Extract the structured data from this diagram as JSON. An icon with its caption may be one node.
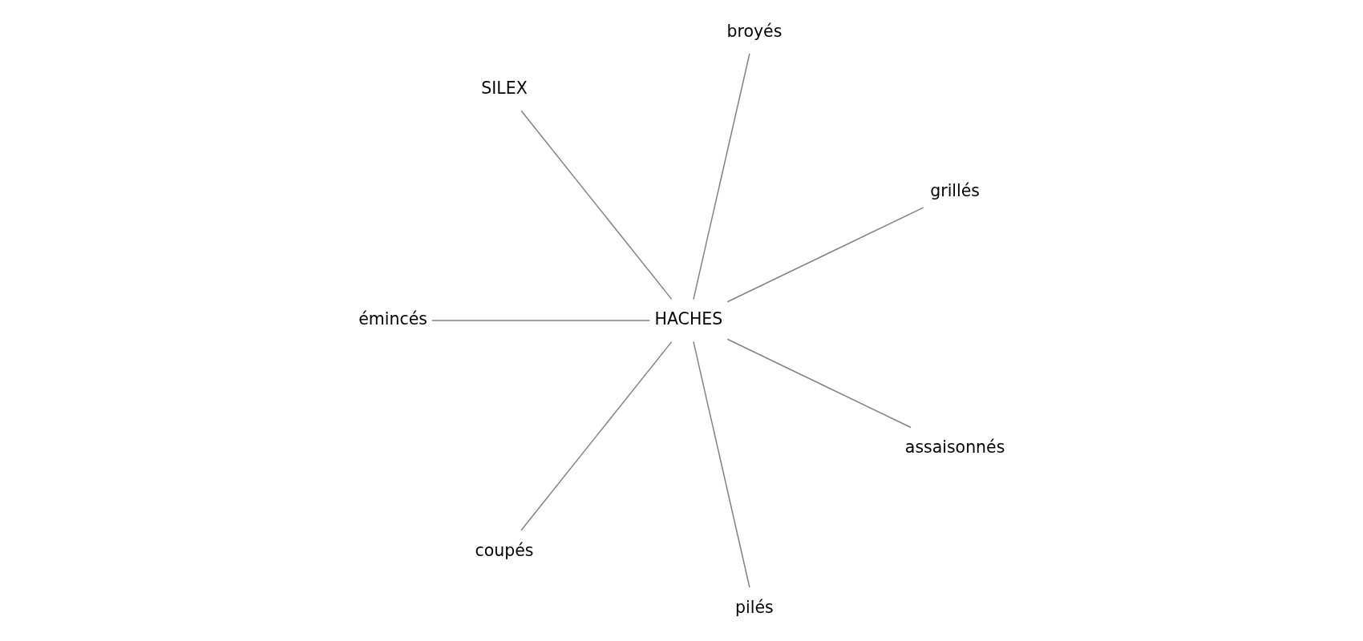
{
  "diagram": {
    "nodes": [
      {
        "text": [
          "broyés"
        ]
      },
      {
        "text": [
          "grillés"
        ]
      },
      {
        "text": [
          "SILEX"
        ]
      },
      {
        "text": [
          "HACHES"
        ]
      },
      {
        "text": [
          "assaisonnés"
        ]
      },
      {
        "text": [
          "émincés"
        ]
      },
      {
        "text": [
          "pilés"
        ]
      },
      {
        "text": [
          "coupés"
        ]
      }
    ],
    "edges": [
      {
        "from": 3,
        "to": 0,
        "arrow": "none"
      },
      {
        "from": 3,
        "to": 1,
        "arrow": "none"
      },
      {
        "from": 3,
        "to": 2,
        "arrow": "none"
      },
      {
        "from": 3,
        "to": 4,
        "arrow": "none"
      },
      {
        "from": 3,
        "to": 5,
        "arrow": "none"
      },
      {
        "from": 3,
        "to": 6,
        "arrow": "none"
      },
      {
        "from": 3,
        "to": 7,
        "arrow": "none"
      }
    ]
  }
}
